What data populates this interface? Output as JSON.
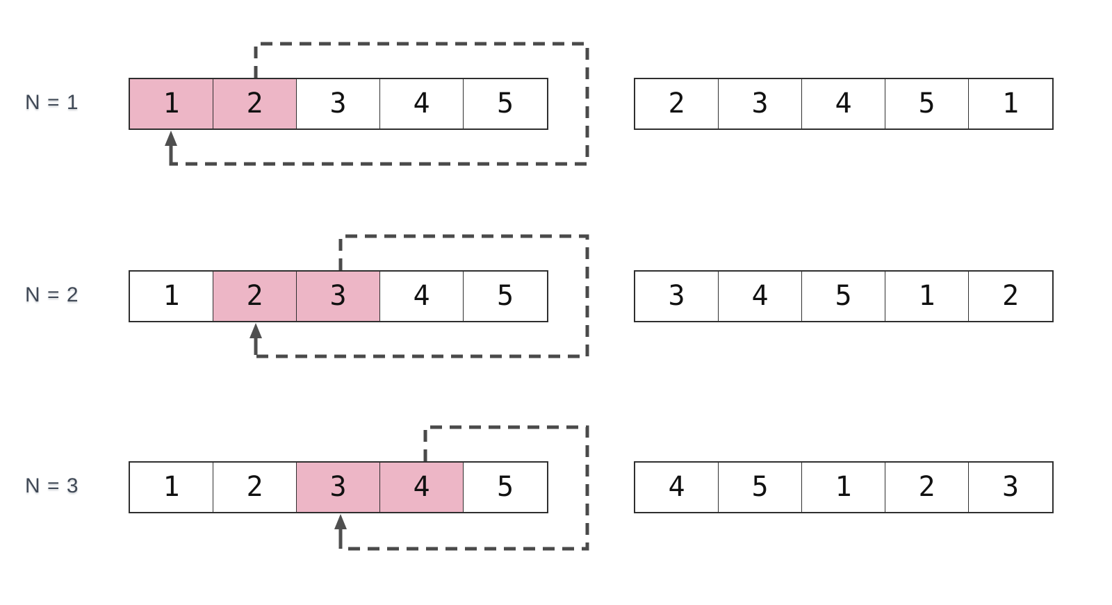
{
  "diagram_title": "left-rotation-of-array-by-n",
  "colors": {
    "highlight": "#EDB6C6",
    "dash": "#4A4A4A",
    "arrow": "#4F4F4F",
    "cell_border": "#2E2E2E",
    "label_text": "#3F4855",
    "number_text": "#111111"
  },
  "rows": [
    {
      "label": "N = 1",
      "left_cells": [
        "1",
        "2",
        "3",
        "4",
        "5"
      ],
      "highlight_indices": [
        0,
        1
      ],
      "right_cells": [
        "2",
        "3",
        "4",
        "5",
        "1"
      ]
    },
    {
      "label": "N = 2",
      "left_cells": [
        "1",
        "2",
        "3",
        "4",
        "5"
      ],
      "highlight_indices": [
        1,
        2
      ],
      "right_cells": [
        "3",
        "4",
        "5",
        "1",
        "2"
      ]
    },
    {
      "label": "N = 3",
      "left_cells": [
        "1",
        "2",
        "3",
        "4",
        "5"
      ],
      "highlight_indices": [
        2,
        3
      ],
      "right_cells": [
        "4",
        "5",
        "1",
        "2",
        "3"
      ]
    }
  ]
}
